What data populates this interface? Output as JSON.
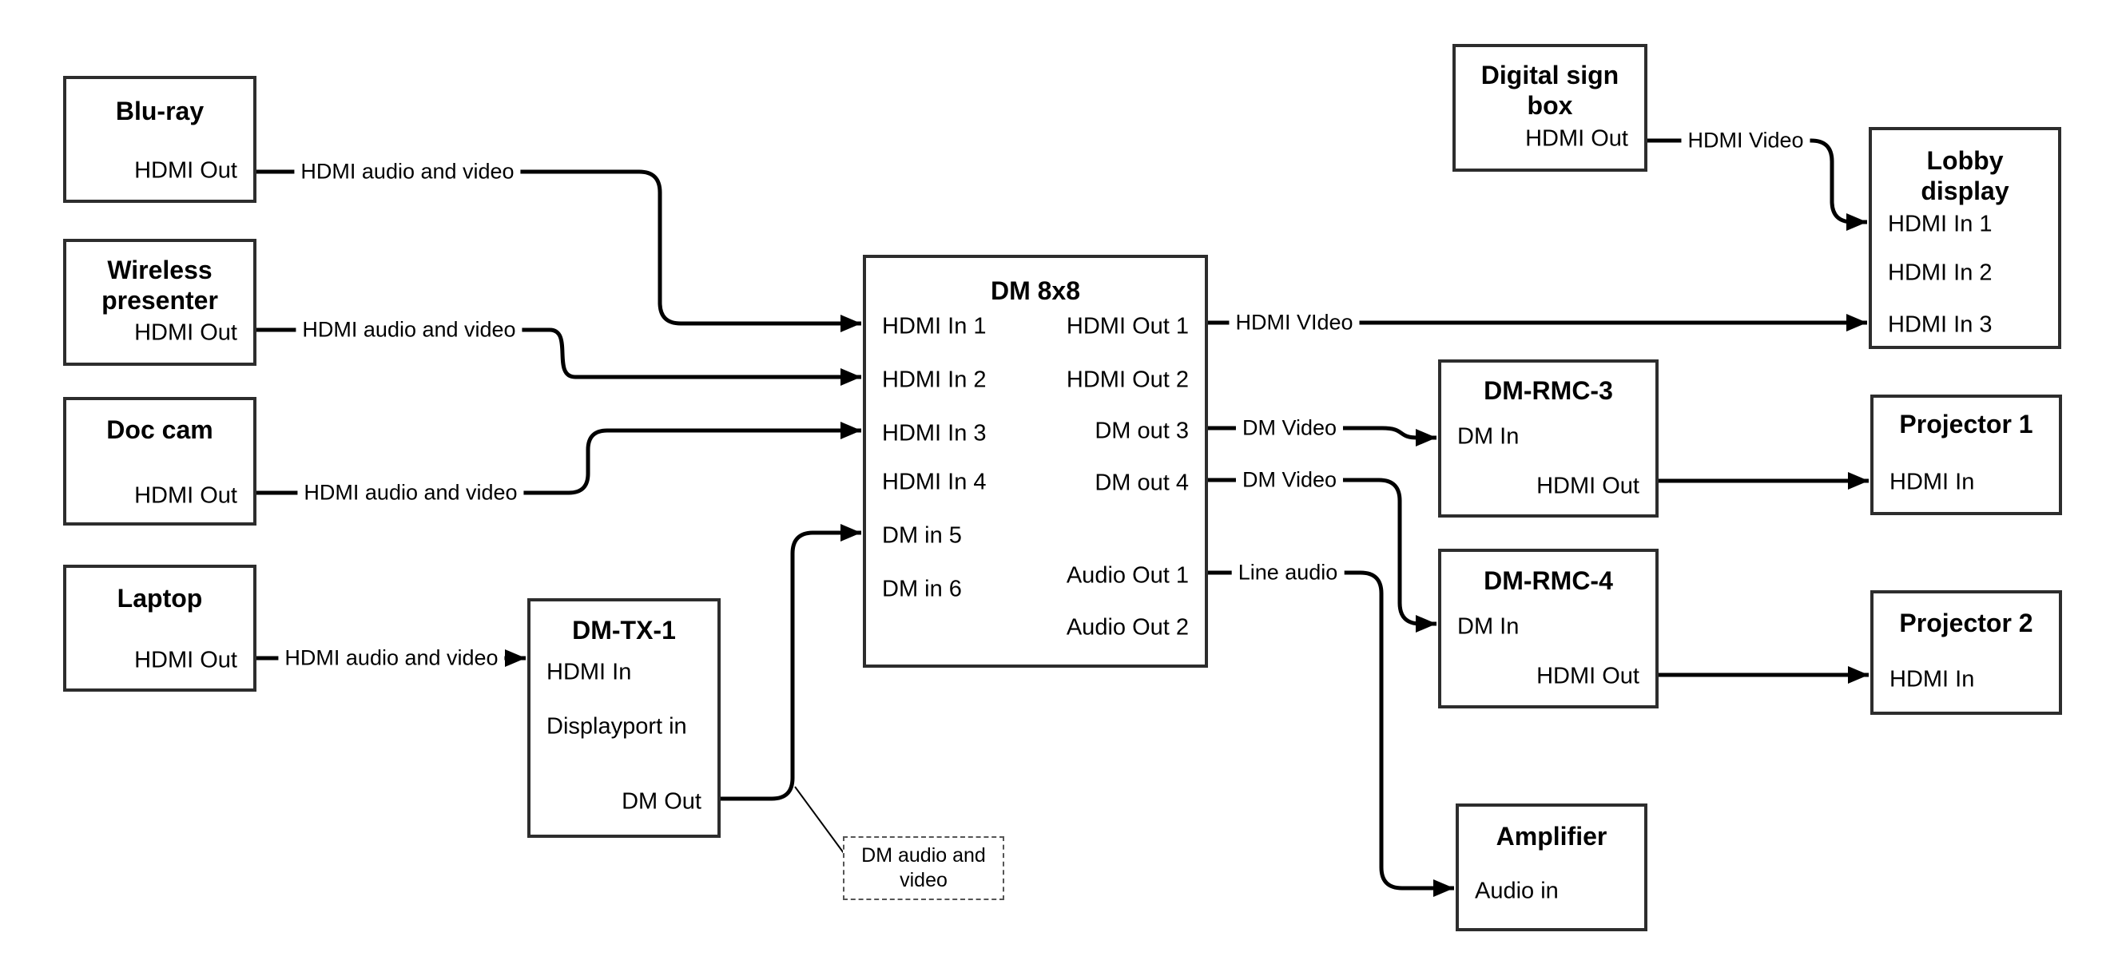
{
  "diagram": {
    "background_color": "#ffffff",
    "box_border_color": "#2d2d2d",
    "wire_color": "#000000",
    "nodes": {
      "bluray": {
        "title": "Blu-ray",
        "ports": {
          "hdmi_out": "HDMI Out"
        }
      },
      "wireless": {
        "title": "Wireless presenter",
        "ports": {
          "hdmi_out": "HDMI Out"
        }
      },
      "doccam": {
        "title": "Doc cam",
        "ports": {
          "hdmi_out": "HDMI Out"
        }
      },
      "laptop": {
        "title": "Laptop",
        "ports": {
          "hdmi_out": "HDMI Out"
        }
      },
      "dmtx1": {
        "title": "DM-TX-1",
        "ports": {
          "hdmi_in": "HDMI In",
          "displayport_in": "Displayport in",
          "dm_out": "DM Out"
        }
      },
      "dm8x8": {
        "title": "DM 8x8",
        "ports": {
          "hdmi_in_1": "HDMI In 1",
          "hdmi_in_2": "HDMI In 2",
          "hdmi_in_3": "HDMI In 3",
          "hdmi_in_4": "HDMI In 4",
          "dm_in_5": "DM in 5",
          "dm_in_6": "DM in 6",
          "hdmi_out_1": "HDMI Out 1",
          "hdmi_out_2": "HDMI Out 2",
          "dm_out_3": "DM out 3",
          "dm_out_4": "DM out 4",
          "audio_out_1": "Audio Out 1",
          "audio_out_2": "Audio Out 2"
        }
      },
      "digitalsign": {
        "title": "Digital sign box",
        "ports": {
          "hdmi_out": "HDMI Out"
        }
      },
      "lobby": {
        "title": "Lobby display",
        "ports": {
          "hdmi_in_1": "HDMI In 1",
          "hdmi_in_2": "HDMI In 2",
          "hdmi_in_3": "HDMI In 3"
        }
      },
      "dmrmc3": {
        "title": "DM-RMC-3",
        "ports": {
          "dm_in": "DM In",
          "hdmi_out": "HDMI Out"
        }
      },
      "proj1": {
        "title": "Projector 1",
        "ports": {
          "hdmi_in": "HDMI In"
        }
      },
      "dmrmc4": {
        "title": "DM-RMC-4",
        "ports": {
          "dm_in": "DM In",
          "hdmi_out": "HDMI Out"
        }
      },
      "proj2": {
        "title": "Projector 2",
        "ports": {
          "hdmi_in": "HDMI In"
        }
      },
      "amplifier": {
        "title": "Amplifier",
        "ports": {
          "audio_in": "Audio in"
        }
      }
    },
    "edge_labels": {
      "bluray_wire": "HDMI audio and video",
      "wireless_wire": "HDMI audio and video",
      "doccam_wire": "HDMI audio and video",
      "laptop_wire": "HDMI audio and video",
      "hdmi_out_1_wire": "HDMI VIdeo",
      "digitalsign_wire": "HDMI Video",
      "dm_out_3_wire": "DM Video",
      "dm_out_4_wire": "DM Video",
      "audio_out_1_wire": "Line audio",
      "note": "DM audio and video"
    }
  }
}
